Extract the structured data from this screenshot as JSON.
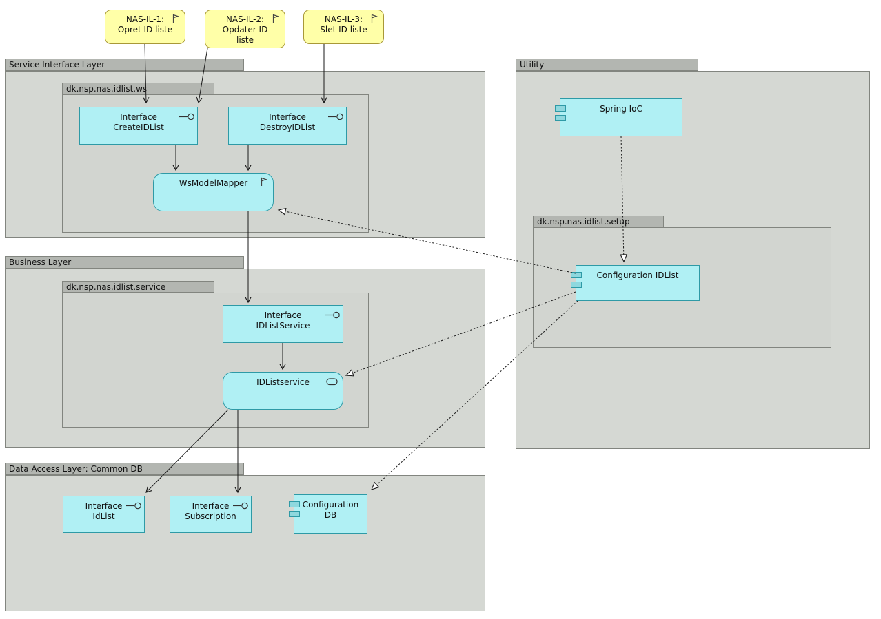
{
  "colors": {
    "package_fill": "#d5d8d3",
    "package_tab_fill": "#b3b6b1",
    "package_border": "#82857f",
    "component_fill": "#b0f0f4",
    "component_border": "#2e9aa6",
    "component_tab_fill": "#8fd8de",
    "note_fill": "#ffffa8",
    "note_border": "#a89838",
    "connector_color": "#1a1a1a"
  },
  "notes": {
    "nas_il_1": {
      "text": "NAS-IL-1:\nOpret ID liste"
    },
    "nas_il_2": {
      "text": "NAS-IL-2:\nOpdater ID liste"
    },
    "nas_il_3": {
      "text": "NAS-IL-3:\nSlet ID liste"
    }
  },
  "packages": {
    "service_interface_layer": {
      "label": "Service Interface Layer"
    },
    "idlist_ws": {
      "label": "dk.nsp.nas.idlist.ws"
    },
    "business_layer": {
      "label": "Business Layer"
    },
    "idlist_service_pkg": {
      "label": "dk.nsp.nas.idlist.service"
    },
    "data_access_layer": {
      "label": "Data Access Layer: Common DB"
    },
    "utility": {
      "label": "Utility"
    },
    "idlist_setup": {
      "label": "dk.nsp.nas.idlist.setup"
    }
  },
  "components": {
    "interface_create_idlist": {
      "label": "Interface\nCreateIDList"
    },
    "interface_destroy_idlist": {
      "label": "Interface\nDestroyIDList"
    },
    "ws_model_mapper": {
      "label": "WsModelMapper"
    },
    "interface_idlist_service": {
      "label": "Interface\nIDListService"
    },
    "idlist_service": {
      "label": "IDListservice"
    },
    "interface_idlist": {
      "label": "Interface\nIdList"
    },
    "interface_subscription": {
      "label": "Interface\nSubscription"
    },
    "configuration_db": {
      "label": "Configuration\nDB"
    },
    "spring_ioc": {
      "label": "Spring IoC"
    },
    "configuration_idlist": {
      "label": "Configuration IDList"
    }
  }
}
